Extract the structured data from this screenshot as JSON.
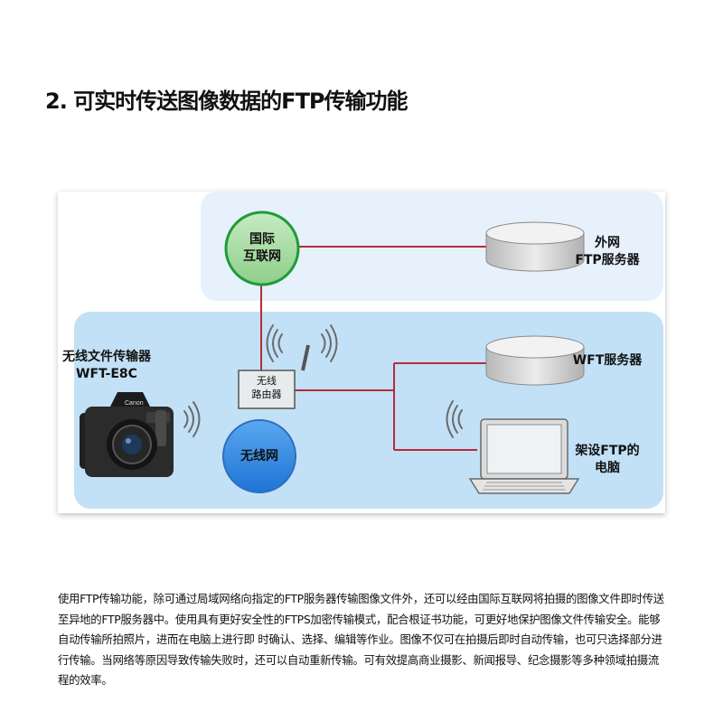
{
  "page": {
    "title": "2. 可实时传送图像数据的FTP传输功能"
  },
  "diagram": {
    "internet_node": [
      "国际",
      "互联网"
    ],
    "external_server_label": [
      "外网",
      "FTP服务器"
    ],
    "transmitter_label": [
      "无线文件传输器",
      "WFT-E8C"
    ],
    "router_label": [
      "无线",
      "路由器"
    ],
    "wireless_network_node": "无线网",
    "wft_server_label": "WFT服务器",
    "ftp_computer_label": [
      "架设FTP的",
      "电脑"
    ],
    "camera_brand": "Canon",
    "colors": {
      "internet_zone": "#e6f1fb",
      "lan_zone": "#c2e1f7",
      "internet_node_fill": "#a8d8a4",
      "internet_node_stroke": "#1f9c3a",
      "wireless_node_fill": "#2f86e0",
      "wireless_node_stroke": "#2d6fc0",
      "connection_line": "#b82b3a"
    }
  },
  "description": "使用FTP传输功能，除可通过局域网络向指定的FTP服务器传输图像文件外，还可以经由国际互联网将拍摄的图像文件即时传送至异地的FTP服务器中。使用具有更好安全性的FTPS加密传输模式，配合根证书功能，可更好地保护图像文件传输安全。能够自动传输所拍照片，进而在电脑上进行即 时确认、选择、编辑等作业。图像不仅可在拍摄后即时自动传输，也可只选择部分进行传输。当网络等原因导致传输失败时，还可以自动重新传输。可有效提高商业摄影、新闻报导、纪念摄影等多种领域拍摄流程的效率。"
}
